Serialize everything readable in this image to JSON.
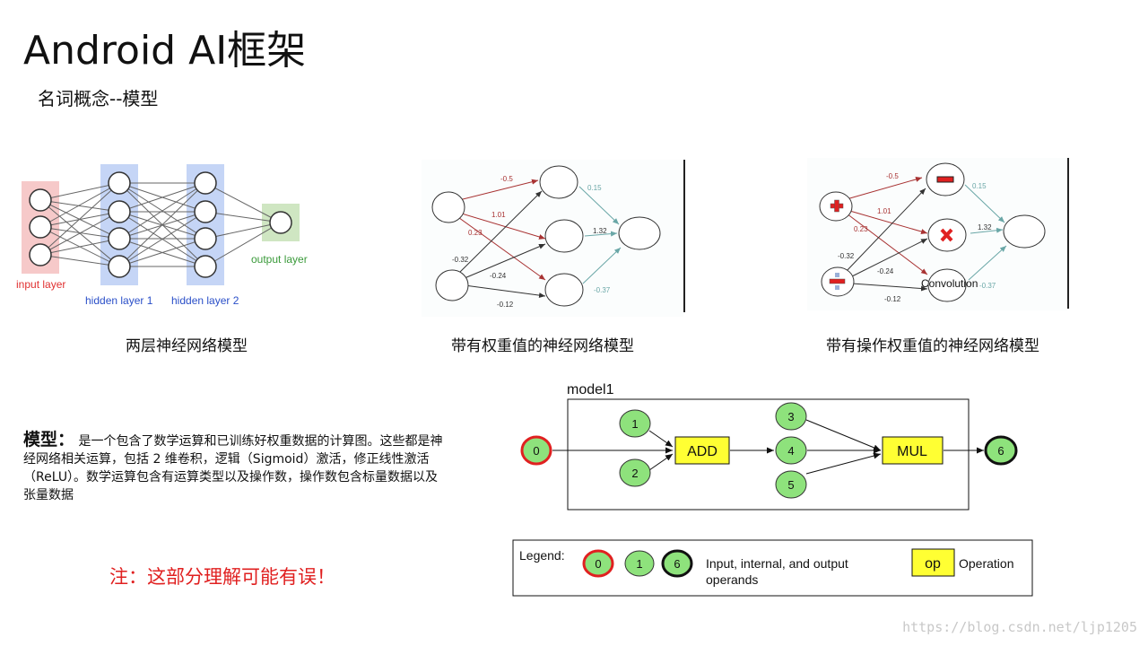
{
  "title": "Android AI框架",
  "subtitle": "名词概念--模型",
  "figures": {
    "fig1": {
      "caption": "两层神经网络模型",
      "input_label": "input layer",
      "hidden1_label": "hidden layer 1",
      "hidden2_label": "hidden layer 2",
      "output_label": "output layer"
    },
    "fig2": {
      "caption": "带有权重值的神经网络模型",
      "weights": [
        "-0.5",
        "1.01",
        "0.23",
        "-0.32",
        "-0.24",
        "-0.12",
        "0.15",
        "1.32",
        "-0.37"
      ]
    },
    "fig3": {
      "caption": "带有操作权重值的神经网络模型",
      "weights": [
        "-0.5",
        "1.01",
        "0.23",
        "-0.32",
        "-0.24",
        "-0.12",
        "0.15",
        "1.32",
        "-0.37"
      ],
      "convolution_label": "Convolution"
    }
  },
  "description": {
    "lead": "模型：",
    "text": "是一个包含了数学运算和已训练好权重数据的计算图。这些都是神经网络相关运算，包括 2 维卷积，逻辑（Sigmoid）激活，修正线性激活（ReLU）。数学运算包含有运算类型以及操作数，操作数包含标量数据以及张量数据"
  },
  "note": "注：这部分理解可能有误！",
  "model_diagram": {
    "label": "model1",
    "operands": [
      "0",
      "1",
      "2",
      "3",
      "4",
      "5",
      "6"
    ],
    "ops": [
      "ADD",
      "MUL"
    ]
  },
  "legend": {
    "title": "Legend:",
    "samples": [
      "0",
      "1",
      "6"
    ],
    "operands_text_line1": "Input, internal, and output",
    "operands_text_line2": "operands",
    "op_sample": "op",
    "op_text": "Operation"
  },
  "watermark": "https://blog.csdn.net/ljp1205",
  "colors": {
    "input_band": "#f6c9c9",
    "hidden_band": "#c5d5f6",
    "output_band": "#cfe6c2",
    "input_text": "#e03030",
    "hidden_text": "#2a4fc8",
    "output_text": "#3a9a3a",
    "operand_fill": "#8ee27c",
    "op_fill": "#ffff33",
    "note_red": "#e02020",
    "weight_red": "#a83232",
    "weight_teal": "#6aa7a7"
  },
  "icons": [
    "plus-icon",
    "minus-icon",
    "multiply-icon",
    "divide-icon"
  ]
}
